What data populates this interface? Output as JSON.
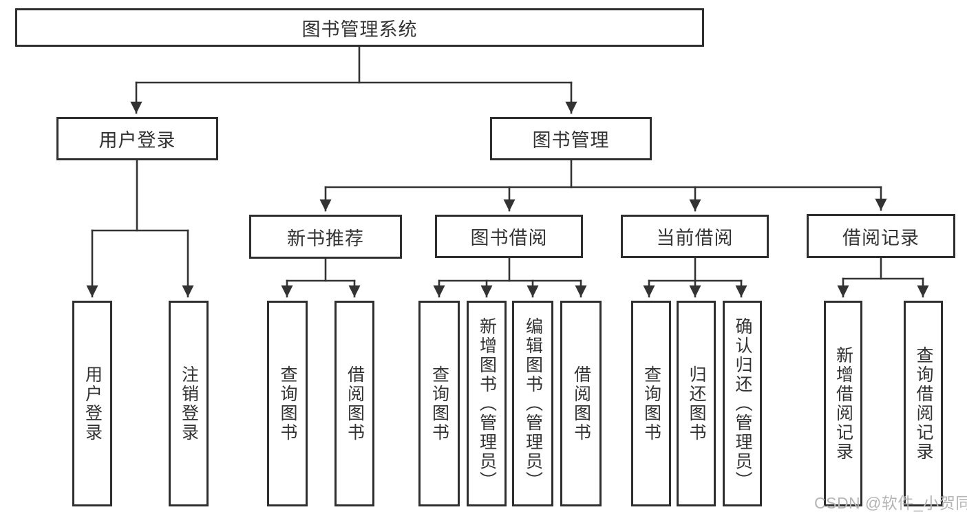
{
  "diagram": {
    "title": "图书管理系统",
    "watermark": "CSDN @软件_小贺同学",
    "colors": {
      "line": "#333333",
      "box_border": "#2e2e2e",
      "text": "#333333",
      "watermark": "#b5b5b5",
      "background": "#ffffff"
    },
    "nodes": {
      "root": {
        "label": "图书管理系统"
      },
      "user_login": {
        "label": "用户登录"
      },
      "book_mgmt": {
        "label": "图书管理"
      },
      "new_book_rec": {
        "label": "新书推荐"
      },
      "book_borrow": {
        "label": "图书借阅"
      },
      "current_borrow": {
        "label": "当前借阅"
      },
      "borrow_records": {
        "label": "借阅记录"
      },
      "leaf_user_login": {
        "label": "用户登录"
      },
      "leaf_logout": {
        "label": "注销登录"
      },
      "rec_query_book": {
        "label": "查询图书"
      },
      "rec_borrow_book": {
        "label": "借阅图书"
      },
      "bb_query_book": {
        "label": "查询图书"
      },
      "bb_add_book": {
        "label": "新增图书（管理员）"
      },
      "bb_edit_book": {
        "label": "编辑图书（管理员）"
      },
      "bb_borrow_book": {
        "label": "借阅图书"
      },
      "cb_query_book": {
        "label": "查询图书"
      },
      "cb_return_book": {
        "label": "归还图书"
      },
      "cb_confirm_return": {
        "label": "确认归还（管理员）"
      },
      "br_add_record": {
        "label": "新增借阅记录"
      },
      "br_query_record": {
        "label": "查询借阅记录"
      }
    }
  }
}
